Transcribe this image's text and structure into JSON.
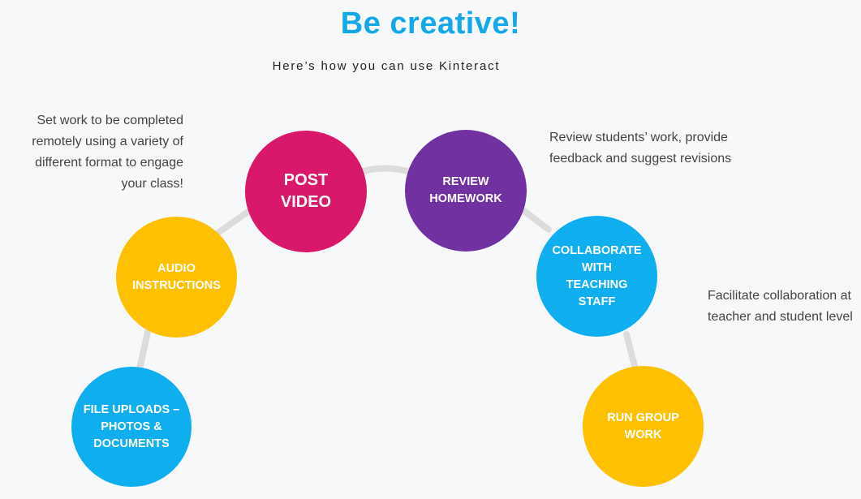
{
  "title": "Be creative!",
  "subtitle": "Here’s how you can use Kinteract",
  "colors": {
    "title": "#12a8ea",
    "connector": "#dcdcdc",
    "blue": "#0eaeef",
    "yellow": "#ffc000",
    "magenta": "#d9176b",
    "purple": "#7131a0"
  },
  "nodes": [
    {
      "id": "file-uploads",
      "label": "File uploads –\nPhotos &\nDocuments",
      "color": "#0eaeef"
    },
    {
      "id": "audio-instructions",
      "label": "Audio\nInstructions",
      "color": "#ffc000"
    },
    {
      "id": "post-video",
      "label": "Post\nVideo",
      "color": "#d9176b"
    },
    {
      "id": "review-homework",
      "label": "Review\nHomework",
      "color": "#7131a0"
    },
    {
      "id": "collaborate",
      "label": "Collaborate\nwith\nTeaching\nStaff",
      "color": "#0eaeef"
    },
    {
      "id": "run-group-work",
      "label": "Run Group\nWork",
      "color": "#ffc000"
    }
  ],
  "notes": {
    "set_work": "Set work to be completed remotely using a variety of different format to engage your class!",
    "review": "Review students’ work, provide feedback and suggest revisions",
    "facilitate": "Facilitate collaboration at teacher and student level"
  }
}
